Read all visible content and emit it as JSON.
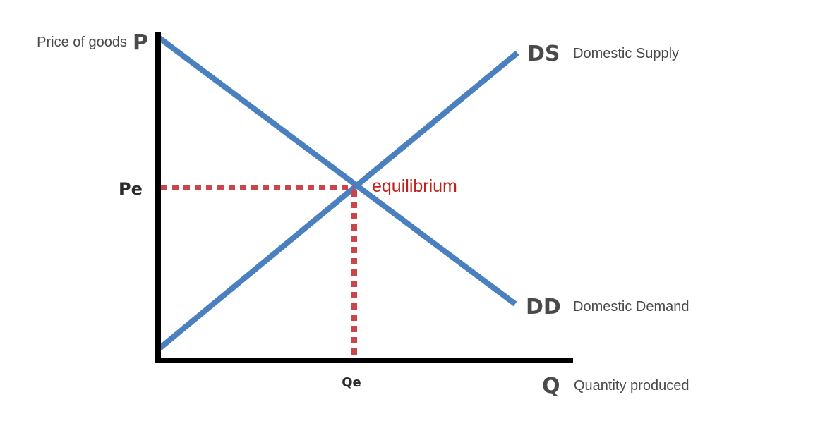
{
  "axes": {
    "y_symbol": "P",
    "y_label": "Price of goods",
    "x_symbol": "Q",
    "x_label": "Quantity produced"
  },
  "curves": {
    "supply_symbol": "DS",
    "supply_label": "Domestic Supply",
    "demand_symbol": "DD",
    "demand_label": "Domestic Demand"
  },
  "equilibrium": {
    "label": "equilibrium",
    "price_tick": "Pe",
    "quantity_tick": "Qe"
  },
  "colors": {
    "axis": "#000000",
    "curve": "#4a80bf",
    "guide": "#c9464c",
    "equilibrium_text": "#c0221e",
    "label_text": "#4a4a4a"
  }
}
